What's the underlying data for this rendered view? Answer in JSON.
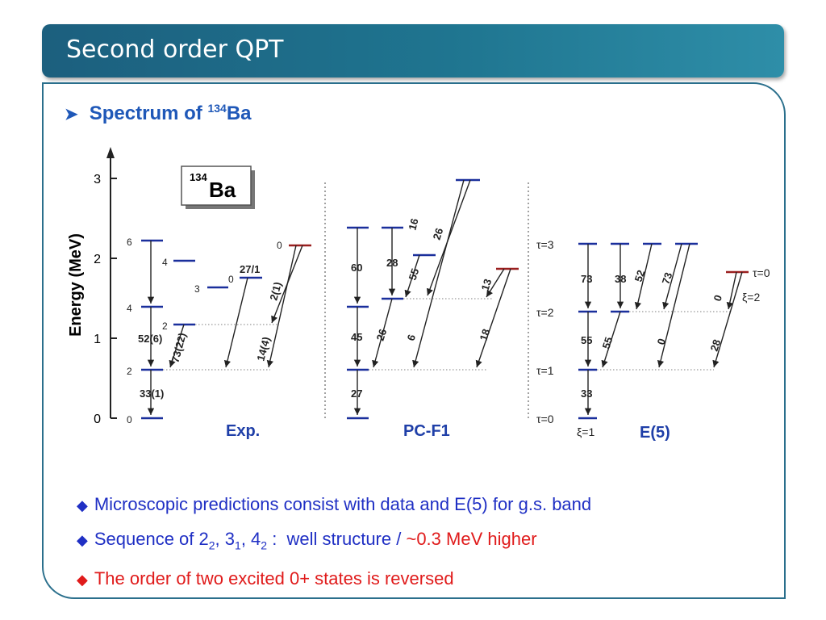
{
  "slide": {
    "title": "Second order QPT",
    "heading_text": "Spectrum of ",
    "heading_sup": "134",
    "heading_elem": "Ba"
  },
  "figure": {
    "axis_title": "Energy (MeV)",
    "y_ticks": [
      "0",
      "1",
      "2",
      "3"
    ],
    "box_label_sup": "134",
    "box_label_elem": "Ba",
    "panels": [
      "Exp.",
      "PC-F1",
      "E(5)"
    ],
    "exp": {
      "levels": [
        "0",
        "2",
        "4",
        "6",
        "2",
        "4",
        "3",
        "0",
        "0"
      ],
      "values": [
        "33(1)",
        "52(6)",
        "73(22)",
        "27/1",
        "2(1)",
        "14(4)"
      ]
    },
    "pcf1": {
      "values": [
        "27",
        "45",
        "60",
        "28",
        "26",
        "6",
        "16",
        "55",
        "26",
        "13",
        "18"
      ]
    },
    "e5": {
      "tau_labels": [
        "τ=0",
        "τ=1",
        "τ=2",
        "τ=3",
        "τ=0"
      ],
      "xi_labels": [
        "ξ=1",
        "ξ=2"
      ],
      "values": [
        "33",
        "55",
        "73",
        "38",
        "55",
        "52",
        "73",
        "0",
        "0",
        "28"
      ]
    }
  },
  "bullets": {
    "b1": "Microscopic predictions consist with data and E(5) for g.s. band",
    "b2_a": "Sequence of 2",
    "b2_s1": "2",
    "b2_b": ", 3",
    "b2_s2": "1",
    "b2_c": ", 4",
    "b2_s3": "2",
    "b2_d": " :  well structure / ",
    "b2_red": "~0.3 MeV higher",
    "b3": "The order of two excited 0+ states is reversed"
  },
  "colors": {
    "title_bar": "#1f7590",
    "heading": "#1f58b8",
    "bullet_text": "#1f2fc4",
    "highlight": "#e01b1b",
    "level_blue": "#1a2f9c",
    "level_red": "#9a1f1f"
  }
}
